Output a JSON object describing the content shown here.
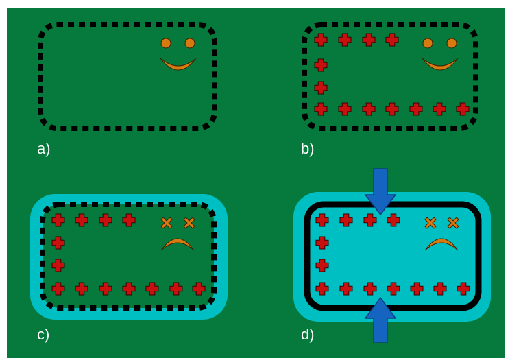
{
  "colors": {
    "background": "#057a3c",
    "border": "#ffffff",
    "outline": "#000000",
    "membrane": "#00bfc3",
    "plus": "#c8100e",
    "face": "#d87a12",
    "arrow": "#1565c0"
  },
  "icons": {
    "plus": "plus-sign-icon",
    "happy_face": "smiley-face-icon",
    "sad_face": "sad-face-icon",
    "arrow": "arrow-icon"
  },
  "panels": [
    {
      "id": "a",
      "label": "a)",
      "membrane": false,
      "outline": "dashed",
      "face": "happy",
      "plus_layout": "none",
      "arrows": false
    },
    {
      "id": "b",
      "label": "b)",
      "membrane": false,
      "outline": "dashed",
      "face": "happy",
      "plus_layout": "full",
      "arrows": false
    },
    {
      "id": "c",
      "label": "c)",
      "membrane": true,
      "outline": "dashed",
      "face": "sad",
      "plus_layout": "full",
      "arrows": false
    },
    {
      "id": "d",
      "label": "d)",
      "membrane": true,
      "outline": "solid",
      "face": "sad",
      "plus_layout": "full",
      "arrows": true
    }
  ]
}
